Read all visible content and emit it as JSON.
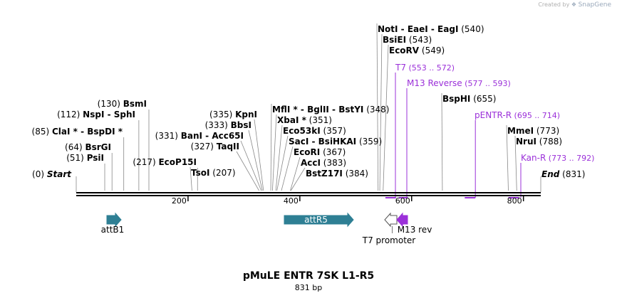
{
  "watermark": {
    "prefix": "Created by",
    "brand": "SnapGene"
  },
  "plasmid": {
    "name": "pMuLE ENTR 7SK L1-R5",
    "length_label": "831 bp",
    "length": 831
  },
  "colors": {
    "feature": "#2e7f94",
    "primer": "#9b30d9",
    "backbone": "#000000",
    "white_feature": "#ffffff"
  },
  "ends": [
    {
      "text": "Start",
      "position_label": "(0)",
      "bp": 0
    },
    {
      "text": "End",
      "position_label": "(831)",
      "bp": 831
    }
  ],
  "ticks": [
    {
      "bp": 200,
      "label": "200"
    },
    {
      "bp": 400,
      "label": "400"
    },
    {
      "bp": 600,
      "label": "600"
    },
    {
      "bp": 800,
      "label": "800"
    }
  ],
  "enzymes": [
    {
      "name": "PsiI",
      "position_label": "(51)",
      "bp": 51
    },
    {
      "name": "BsrGI",
      "position_label": "(64)",
      "bp": 64
    },
    {
      "name": "ClaI * - BspDI *",
      "position_label": "(85)",
      "bp": 85
    },
    {
      "name": "NspI - SphI",
      "position_label": "(112)",
      "bp": 112
    },
    {
      "name": "BsmI",
      "position_label": "(130)",
      "bp": 130
    },
    {
      "name": "TsoI",
      "position_label": "(207)",
      "bp": 207
    },
    {
      "name": "EcoP15I",
      "position_label": "(217)",
      "bp": 217
    },
    {
      "name": "TaqII",
      "position_label": "(327)",
      "bp": 327
    },
    {
      "name": "BanI - Acc65I",
      "position_label": "(331)",
      "bp": 331
    },
    {
      "name": "BbsI",
      "position_label": "(333)",
      "bp": 333
    },
    {
      "name": "KpnI",
      "position_label": "(335)",
      "bp": 335
    },
    {
      "name": "MflI * - BglII - BstYI",
      "position_label": "(348)",
      "bp": 348
    },
    {
      "name": "XbaI *",
      "position_label": "(351)",
      "bp": 351
    },
    {
      "name": "Eco53kI",
      "position_label": "(357)",
      "bp": 357
    },
    {
      "name": "SacI - BsiHKAI",
      "position_label": "(359)",
      "bp": 359
    },
    {
      "name": "EcoRI",
      "position_label": "(367)",
      "bp": 367
    },
    {
      "name": "AccI",
      "position_label": "(383)",
      "bp": 383
    },
    {
      "name": "BstZ17I",
      "position_label": "(384)",
      "bp": 384
    },
    {
      "name": "NotI - EaeI - EagI",
      "position_label": "(540)",
      "bp": 540
    },
    {
      "name": "BsiEI",
      "position_label": "(543)",
      "bp": 543
    },
    {
      "name": "EcoRV",
      "position_label": "(549)",
      "bp": 549
    },
    {
      "name": "BspHI",
      "position_label": "(655)",
      "bp": 655
    },
    {
      "name": "MmeI",
      "position_label": "(773)",
      "bp": 773
    },
    {
      "name": "NruI",
      "position_label": "(788)",
      "bp": 788
    }
  ],
  "primers": [
    {
      "name": "T7",
      "range_label": "(553 .. 572)",
      "start": 553,
      "end": 572
    },
    {
      "name": "M13 Reverse",
      "range_label": "(577 .. 593)",
      "start": 577,
      "end": 593
    },
    {
      "name": "pENTR-R",
      "range_label": "(695 .. 714)",
      "start": 695,
      "end": 714
    },
    {
      "name": "Kan-R",
      "range_label": "(773 .. 792)",
      "start": 773,
      "end": 792
    }
  ],
  "features": [
    {
      "name": "attB1",
      "label_inside": false,
      "color": "#2e7f94",
      "direction": "forward"
    },
    {
      "name": "attR5",
      "label_inside": true,
      "color": "#2e7f94",
      "direction": "forward"
    },
    {
      "name": "T7 promoter",
      "label_inside": false,
      "color": "#ffffff",
      "direction": "reverse"
    },
    {
      "name": "M13 rev",
      "label_inside": false,
      "color": "#9b30d9",
      "direction": "reverse"
    }
  ]
}
